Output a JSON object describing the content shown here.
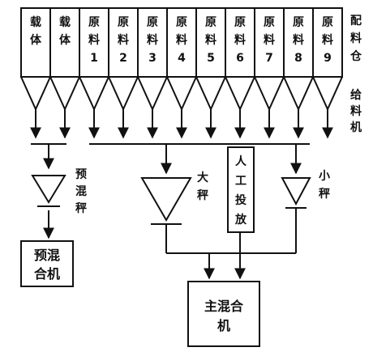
{
  "diagram": {
    "bins": [
      {
        "line1": "载",
        "line2": "体"
      },
      {
        "line1": "载",
        "line2": "体"
      },
      {
        "line1": "原",
        "line2": "料",
        "line3": "1"
      },
      {
        "line1": "原",
        "line2": "料",
        "line3": "2"
      },
      {
        "line1": "原",
        "line2": "料",
        "line3": "3"
      },
      {
        "line1": "原",
        "line2": "料",
        "line3": "4"
      },
      {
        "line1": "原",
        "line2": "料",
        "line3": "5"
      },
      {
        "line1": "原",
        "line2": "料",
        "line3": "6"
      },
      {
        "line1": "原",
        "line2": "料",
        "line3": "7"
      },
      {
        "line1": "原",
        "line2": "料",
        "line3": "8"
      },
      {
        "line1": "原",
        "line2": "料",
        "line3": "9"
      }
    ],
    "labels": {
      "bin_group": [
        "配",
        "料",
        "仓"
      ],
      "feeder": [
        "给",
        "料",
        "机"
      ],
      "premix_scale": [
        "预",
        "混",
        "秤"
      ],
      "big_scale": [
        "大",
        "秤"
      ],
      "small_scale": [
        "小",
        "秤"
      ],
      "manual_feed": [
        "人",
        "工",
        "投",
        "放"
      ],
      "premixer": [
        "预混",
        "合机"
      ],
      "main_mixer": [
        "主混合",
        "机"
      ]
    }
  }
}
